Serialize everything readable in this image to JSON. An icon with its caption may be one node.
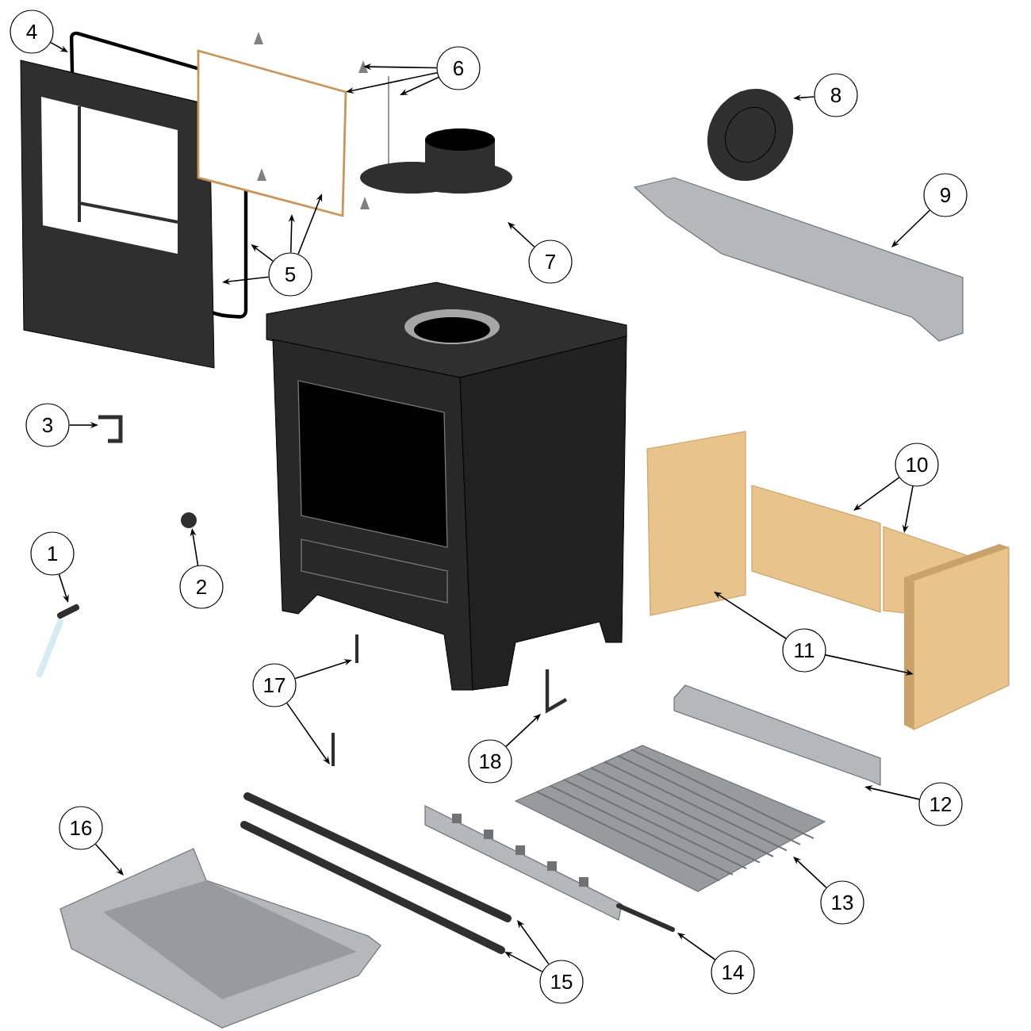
{
  "diagram": {
    "nodes": [
      {
        "text": [
          "1"
        ]
      },
      {
        "text": [
          "2"
        ]
      },
      {
        "text": [
          "3"
        ]
      },
      {
        "text": [
          "4"
        ]
      },
      {
        "text": [
          "5"
        ]
      },
      {
        "text": [
          "6"
        ]
      },
      {
        "text": [
          "7"
        ]
      },
      {
        "text": [
          "8"
        ]
      },
      {
        "text": [
          "9"
        ]
      },
      {
        "text": [
          "10"
        ]
      },
      {
        "text": [
          "11"
        ]
      },
      {
        "text": [
          "12"
        ]
      },
      {
        "text": [
          "13"
        ]
      },
      {
        "text": [
          "14"
        ]
      },
      {
        "text": [
          "15"
        ]
      },
      {
        "text": [
          "16"
        ]
      },
      {
        "text": [
          "17"
        ]
      },
      {
        "text": [
          "18"
        ]
      },
      {
        "text": [],
        "shape": "picture"
      },
      {
        "text": [],
        "shape": "picture"
      },
      {
        "text": [],
        "shape": "picture"
      },
      {
        "text": [],
        "shape": "picture"
      },
      {
        "text": [],
        "shape": "picture"
      },
      {
        "text": [],
        "shape": "picture"
      },
      {
        "text": [],
        "shape": "picture"
      },
      {
        "text": [],
        "shape": "box"
      },
      {
        "text": [],
        "shape": "box"
      },
      {
        "text": [],
        "shape": "box"
      },
      {
        "text": [],
        "shape": "box"
      },
      {
        "text": [],
        "shape": "bar"
      },
      {
        "text": [],
        "shape": "picture"
      },
      {
        "text": [],
        "shape": "picture"
      },
      {
        "text": [],
        "shape": "bar"
      },
      {
        "text": [],
        "shape": "bar"
      },
      {
        "text": [],
        "shape": "picture"
      },
      {
        "text": [],
        "shape": "picture"
      },
      {
        "text": [],
        "shape": "picture"
      },
      {
        "text": [],
        "shape": "picture"
      },
      {
        "text": [],
        "shape": "picture"
      },
      {
        "text": [],
        "shape": "circle"
      },
      {
        "text": [],
        "shape": "picture"
      }
    ],
    "edges": [
      {
        "from": 3,
        "to": 18,
        "arrow": "to"
      },
      {
        "from": 4,
        "to": 18,
        "arrow": "to"
      },
      {
        "from": 4,
        "to": 18,
        "arrow": "to"
      },
      {
        "from": 4,
        "to": 19,
        "arrow": "to"
      },
      {
        "from": 4,
        "to": 19,
        "arrow": "to"
      },
      {
        "from": 5,
        "to": 20,
        "arrow": "to"
      },
      {
        "from": 5,
        "to": 19,
        "arrow": "to"
      },
      {
        "from": 5,
        "to": 21,
        "arrow": "to"
      },
      {
        "from": 6,
        "to": 22,
        "arrow": "to"
      },
      {
        "from": 7,
        "to": 23,
        "arrow": "to"
      },
      {
        "from": 8,
        "to": 24,
        "arrow": "to"
      },
      {
        "from": 9,
        "to": 26,
        "arrow": "to"
      },
      {
        "from": 9,
        "to": 27,
        "arrow": "to"
      },
      {
        "from": 10,
        "to": 25,
        "arrow": "to"
      },
      {
        "from": 10,
        "to": 28,
        "arrow": "to"
      },
      {
        "from": 11,
        "to": 29,
        "arrow": "to"
      },
      {
        "from": 12,
        "to": 30,
        "arrow": "to"
      },
      {
        "from": 13,
        "to": 31,
        "arrow": "to"
      },
      {
        "from": 14,
        "to": 32,
        "arrow": "to"
      },
      {
        "from": 14,
        "to": 33,
        "arrow": "to"
      },
      {
        "from": 15,
        "to": 34,
        "arrow": "to"
      },
      {
        "from": 16,
        "to": 35,
        "arrow": "to"
      },
      {
        "from": 16,
        "to": 36,
        "arrow": "to"
      },
      {
        "from": 17,
        "to": 37,
        "arrow": "to"
      },
      {
        "from": 0,
        "to": 38,
        "arrow": "to"
      },
      {
        "from": 1,
        "to": 39,
        "arrow": "to"
      },
      {
        "from": 2,
        "to": 40,
        "arrow": "to"
      }
    ]
  }
}
